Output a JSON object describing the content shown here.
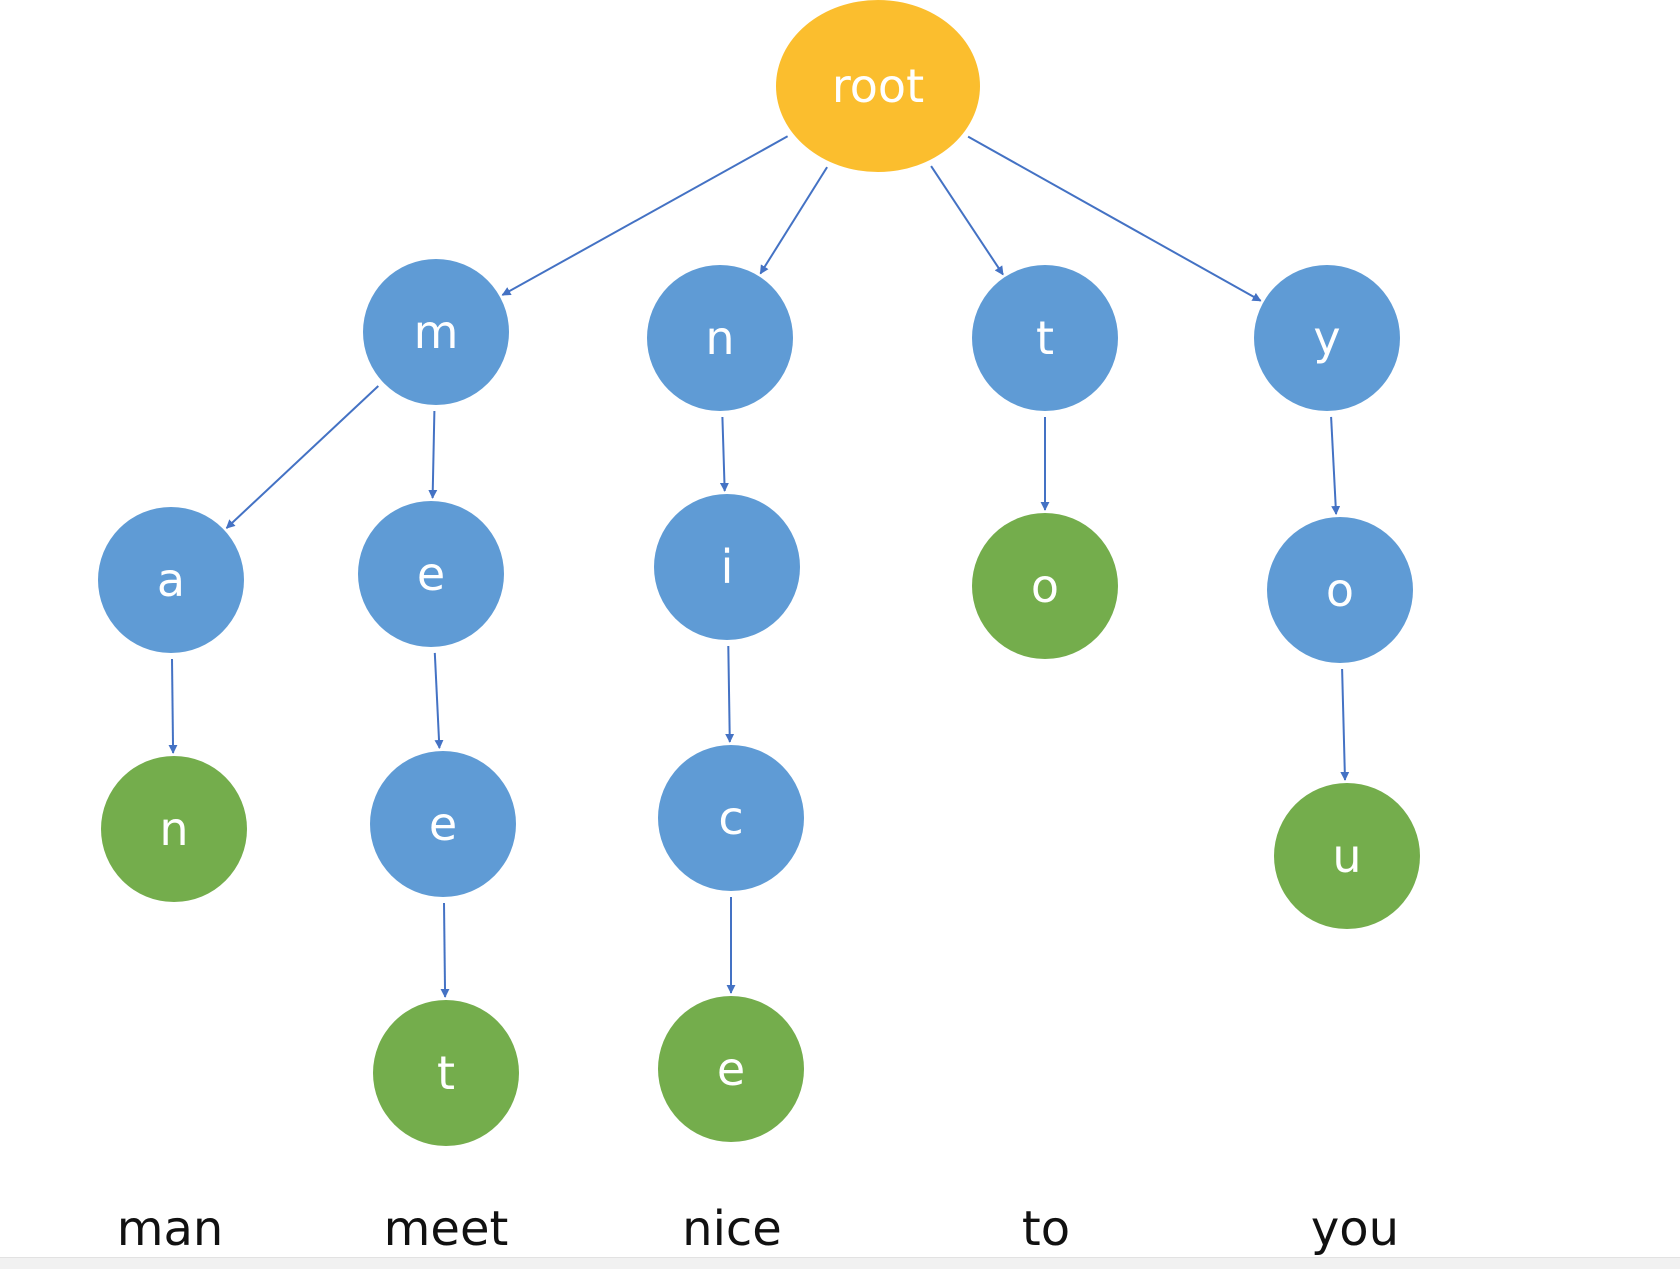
{
  "colors": {
    "root": "#fbbe2e",
    "inner": "#5f9bd5",
    "terminal": "#74ad4c",
    "edge": "#4472c4",
    "word": "#111111"
  },
  "tree": {
    "root": {
      "label": "root"
    },
    "nodes": [
      {
        "id": "m",
        "label": "m",
        "kind": "inner"
      },
      {
        "id": "n",
        "label": "n",
        "kind": "inner"
      },
      {
        "id": "t",
        "label": "t",
        "kind": "inner"
      },
      {
        "id": "y",
        "label": "y",
        "kind": "inner"
      },
      {
        "id": "ma",
        "label": "a",
        "kind": "inner"
      },
      {
        "id": "me",
        "label": "e",
        "kind": "inner"
      },
      {
        "id": "ni",
        "label": "i",
        "kind": "inner"
      },
      {
        "id": "to",
        "label": "o",
        "kind": "terminal"
      },
      {
        "id": "yo",
        "label": "o",
        "kind": "inner"
      },
      {
        "id": "man",
        "label": "n",
        "kind": "terminal"
      },
      {
        "id": "mee",
        "label": "e",
        "kind": "inner"
      },
      {
        "id": "nic",
        "label": "c",
        "kind": "inner"
      },
      {
        "id": "you",
        "label": "u",
        "kind": "terminal"
      },
      {
        "id": "meet",
        "label": "t",
        "kind": "terminal"
      },
      {
        "id": "nice",
        "label": "e",
        "kind": "terminal"
      }
    ],
    "edges": [
      [
        "root",
        "m"
      ],
      [
        "root",
        "n"
      ],
      [
        "root",
        "t"
      ],
      [
        "root",
        "y"
      ],
      [
        "m",
        "ma"
      ],
      [
        "m",
        "me"
      ],
      [
        "ma",
        "man"
      ],
      [
        "me",
        "mee"
      ],
      [
        "mee",
        "meet"
      ],
      [
        "n",
        "ni"
      ],
      [
        "ni",
        "nic"
      ],
      [
        "nic",
        "nice"
      ],
      [
        "t",
        "to"
      ],
      [
        "y",
        "yo"
      ],
      [
        "yo",
        "you"
      ]
    ]
  },
  "words": [
    "man",
    "meet",
    "nice",
    "to",
    "you"
  ]
}
